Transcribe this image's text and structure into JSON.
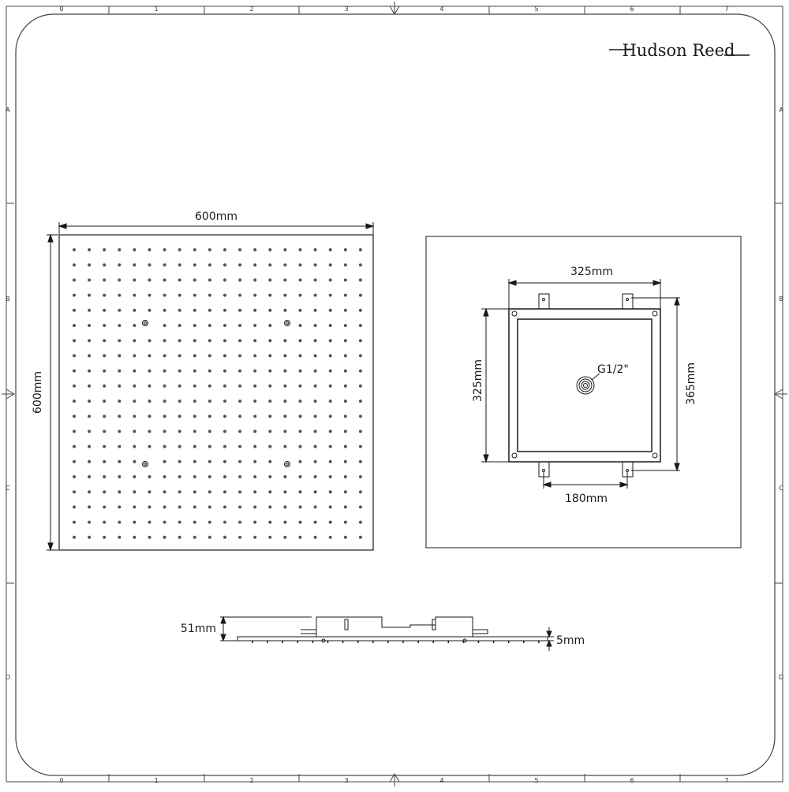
{
  "brand": {
    "name": "Hudson Reed"
  },
  "frame": {
    "columns": [
      "0",
      "1",
      "2",
      "3",
      "4",
      "5",
      "6",
      "7"
    ],
    "rows": [
      "A",
      "B",
      "C",
      "D"
    ]
  },
  "top_view": {
    "width_label": "600mm",
    "height_label": "600mm",
    "nozzle_grid": {
      "rows": 20,
      "cols": 20
    }
  },
  "rear_view": {
    "top_width_label": "325mm",
    "left_height_label": "325mm",
    "right_height_label": "365mm",
    "bottom_width_label": "180mm",
    "inlet_label": "G1/2\""
  },
  "side_view": {
    "height_label": "51mm",
    "plate_label": "5mm"
  },
  "colors": {
    "line": "#1a1a1a",
    "frame": "#444444"
  }
}
